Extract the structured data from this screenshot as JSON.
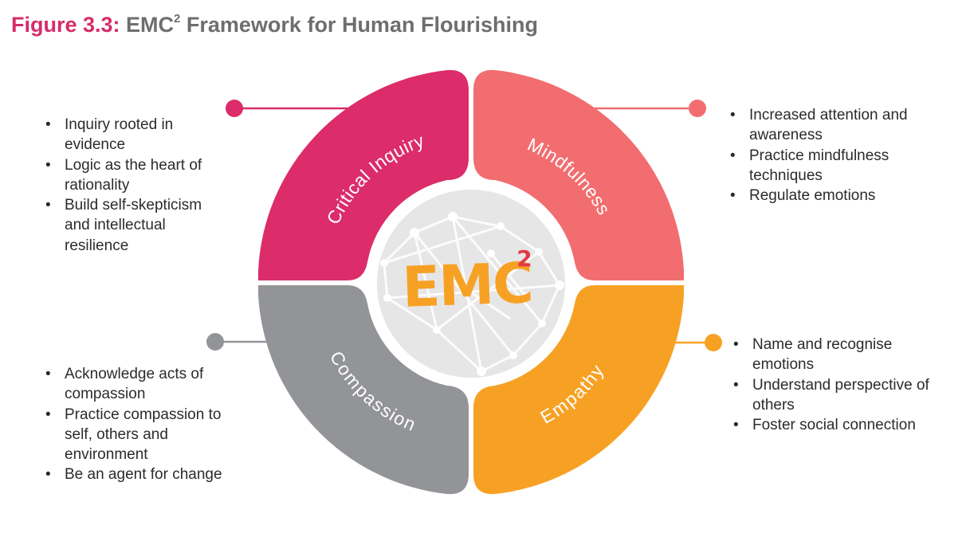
{
  "title": {
    "figure_label": "Figure 3.3:",
    "text_main": "EMC",
    "text_sup": "2",
    "text_rest": " Framework for Human Flourishing"
  },
  "center_logo": {
    "text": "EMC",
    "sup": "2"
  },
  "segments": [
    {
      "label": "Critical Inquiry",
      "color": "#dc2c6a",
      "bullets": [
        "Inquiry rooted in evidence",
        "Logic as the heart of rationality",
        "Build self-skepticism and intellectual resilience"
      ]
    },
    {
      "label": "Mindfulness",
      "color": "#f26d6f",
      "bullets": [
        "Increased attention and awareness",
        "Practice mindfulness techniques",
        "Regulate emotions"
      ]
    },
    {
      "label": "Compassion",
      "color": "#939497",
      "bullets": [
        "Acknowledge acts of compassion",
        "Practice compassion to self, others and environment",
        "Be an agent for change"
      ]
    },
    {
      "label": "Empathy",
      "color": "#f7a124",
      "bullets": [
        "Name and recognise emotions",
        "Understand perspective of others",
        "Foster social connection"
      ]
    }
  ],
  "colors": {
    "figure_label": "#d62c6a",
    "title": "#6e6e70",
    "logo": "#f7a124",
    "logo_sup": "#e23a45",
    "center_disc": "#e6e6e7"
  }
}
